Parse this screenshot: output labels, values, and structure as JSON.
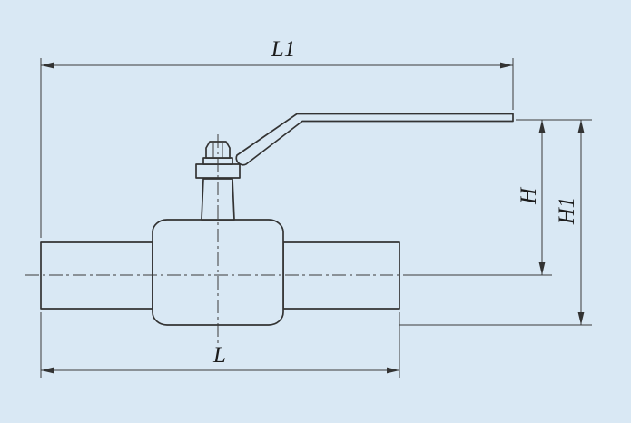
{
  "diagram": {
    "type": "engineering-dimension-drawing",
    "subject": "ball valve with lever handle, side elevation view",
    "labels": {
      "overall_length": "L1",
      "face_to_face_length": "L",
      "center_to_handle_height": "H",
      "overall_height": "H1"
    },
    "colors": {
      "background": "#d9e8f4",
      "line": "#333333"
    }
  }
}
